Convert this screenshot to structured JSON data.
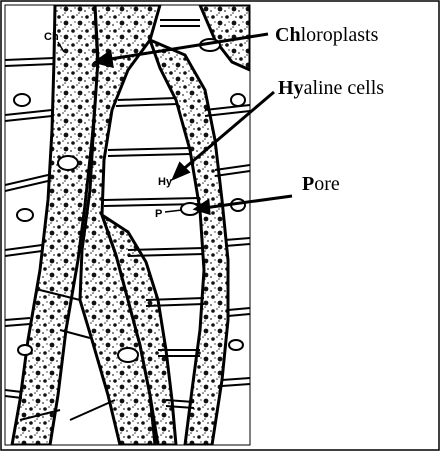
{
  "labels": {
    "chloroplasts": {
      "bold": "Ch",
      "rest": "loroplasts"
    },
    "hyaline": {
      "bold": "Hy",
      "rest": "aline cells"
    },
    "pore": {
      "bold": "P",
      "rest": "ore"
    }
  },
  "tags": {
    "ch": "Ch",
    "hy": "Hy",
    "p": "P"
  },
  "colors": {
    "ink": "#000000",
    "background": "#ffffff"
  }
}
